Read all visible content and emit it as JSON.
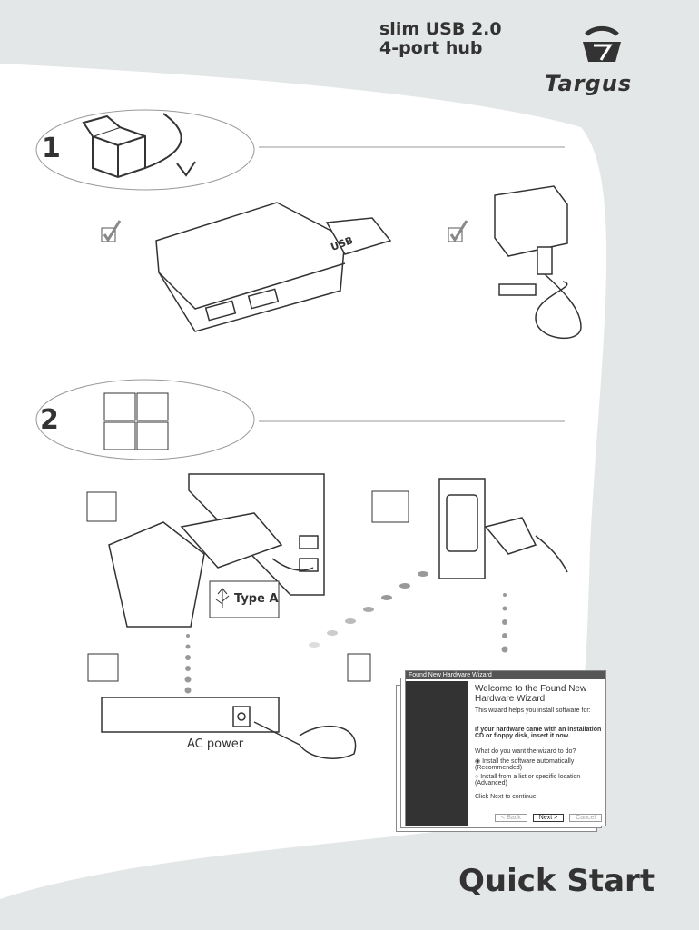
{
  "header": {
    "product_line1": "slim USB 2.0",
    "product_line2": "4-port hub",
    "brand": "Targus"
  },
  "steps": [
    {
      "number": "1"
    },
    {
      "number": "2"
    }
  ],
  "labels": {
    "type_a": "Type A",
    "ac_power": "AC power",
    "hub_usb": "USB"
  },
  "wizard": {
    "title_bar": "Found New Hardware Wizard",
    "heading": "Welcome to the Found New Hardware Wizard",
    "intro": "This wizard helps you install software for:",
    "cd_note": "If your hardware came with an installation CD or floppy disk, insert it now.",
    "question": "What do you want the wizard to do?",
    "options": [
      "Install the software automatically (Recommended)",
      "Install from a list or specific location (Advanced)"
    ],
    "continue": "Click Next to continue.",
    "buttons": {
      "back": "< Back",
      "next": "Next >",
      "cancel": "Cancel"
    }
  },
  "footer": {
    "title": "Quick Start"
  },
  "colors": {
    "background": "#e4e7e7",
    "page": "#ffffff",
    "ink": "#333333"
  }
}
